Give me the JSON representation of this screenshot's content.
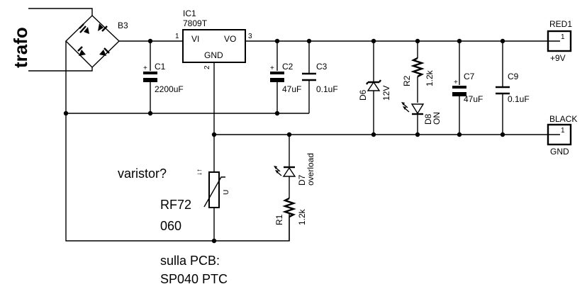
{
  "input": {
    "label": "trafo"
  },
  "bridge": {
    "ref": "B3"
  },
  "regulator": {
    "ref": "IC1",
    "part": "7809T",
    "pin_in": "VI",
    "pin_out": "VO",
    "pin_gnd": "GND",
    "pin1": "1",
    "pin2": "2",
    "pin3": "3"
  },
  "capacitors": {
    "c1": {
      "ref": "C1",
      "value": "2200uF"
    },
    "c2": {
      "ref": "C2",
      "value": "47uF"
    },
    "c3": {
      "ref": "C3",
      "value": "0.1uF"
    },
    "c7": {
      "ref": "C7",
      "value": "47uF"
    },
    "c9": {
      "ref": "C9",
      "value": "0.1uF"
    }
  },
  "zener": {
    "ref": "D6",
    "value": "12V"
  },
  "resistors": {
    "r2": {
      "ref": "R2",
      "value": "1.2k"
    },
    "r1": {
      "ref": "R1",
      "value": "1.2k"
    }
  },
  "leds": {
    "d8": {
      "ref": "D8",
      "label": "ON"
    },
    "d7": {
      "ref": "D7",
      "label": "overload"
    }
  },
  "varistor": {
    "question": "varistor?",
    "part": "RF72",
    "value": "060",
    "u_mark": "U",
    "arrows": "↓↑"
  },
  "pcb_note": {
    "line1": "sulla PCB:",
    "line2": "SP040 PTC"
  },
  "connectors": {
    "red": {
      "ref": "RED1",
      "pin": "1",
      "net": "+9V"
    },
    "black": {
      "ref": "BLACK",
      "pin": "1",
      "net": "GND"
    }
  }
}
